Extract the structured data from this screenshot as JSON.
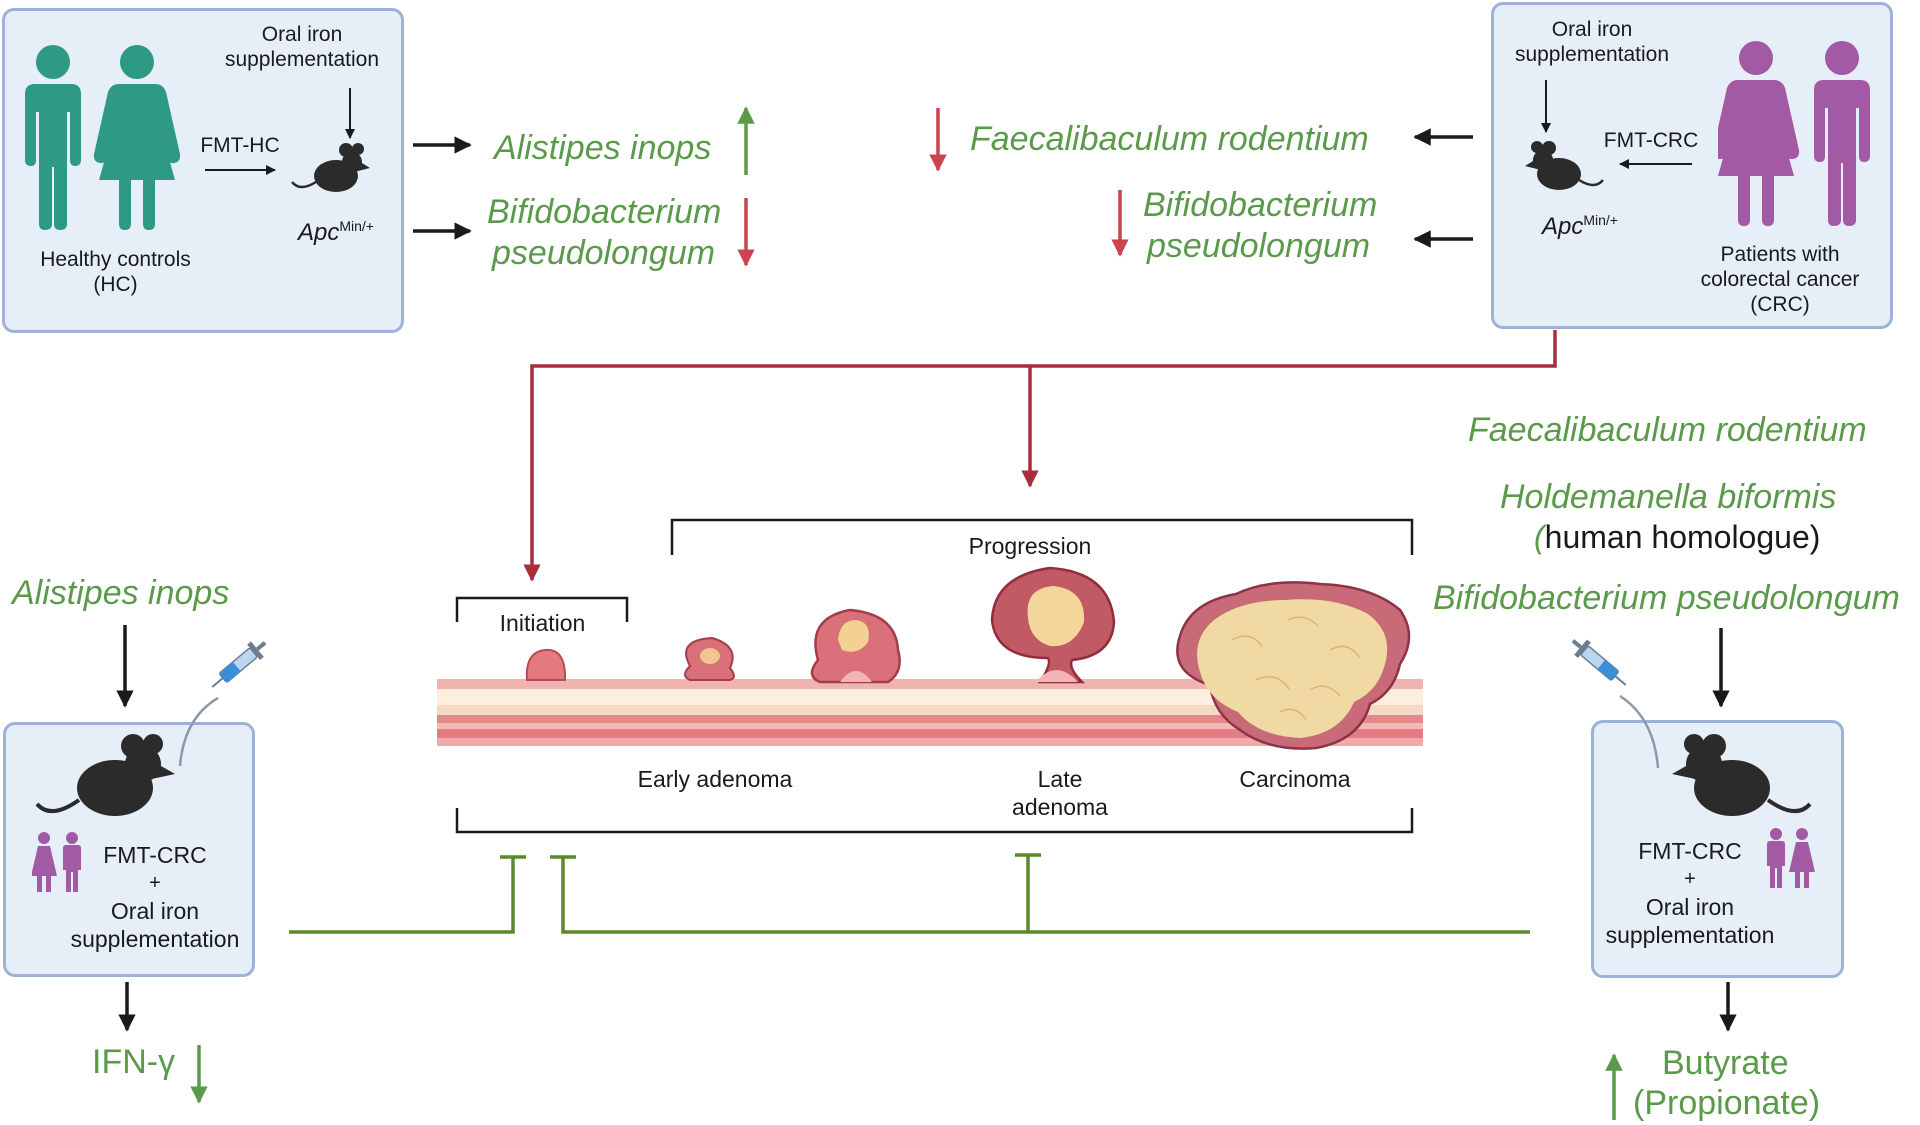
{
  "colors": {
    "green_text": "#5b9a4a",
    "teal_person": "#2f9a84",
    "purple_person": "#a35aa5",
    "box_fill": "#e6eef8",
    "box_border": "#9cb3d6",
    "red_line": "#a72d3a",
    "green_line": "#5a8a2a",
    "mouse": "#2b2b2b"
  },
  "top_left": {
    "oral_iron": "Oral iron supplementation",
    "fmt": "FMT-HC",
    "apc": "Apc",
    "apc_sup": "Min/+",
    "controls": "Healthy controls",
    "controls_abbr": "(HC)",
    "bacteria_1": "Alistipes inops",
    "bacteria_1_trend": "up",
    "bacteria_2_line1": "Bifidobacterium",
    "bacteria_2_line2": "pseudolongum",
    "bacteria_2_trend": "down"
  },
  "top_right": {
    "oral_iron": "Oral iron supplementation",
    "fmt": "FMT-CRC",
    "apc": "Apc",
    "apc_sup": "Min/+",
    "patients_line1": "Patients with",
    "patients_line2": "colorectal cancer",
    "patients_abbr": "(CRC)",
    "bacteria_1": "Faecalibaculum rodentium",
    "bacteria_1_trend": "down",
    "bacteria_2_line1": "Bifidobacterium",
    "bacteria_2_line2": "pseudolongum",
    "bacteria_2_trend": "down"
  },
  "center": {
    "progression": "Progression",
    "initiation": "Initiation",
    "early_adenoma": "Early adenoma",
    "late_adenoma_1": "Late",
    "late_adenoma_2": "adenoma",
    "carcinoma": "Carcinoma"
  },
  "bottom_left": {
    "bacteria": "Alistipes inops",
    "fmt": "FMT-CRC",
    "plus": "+",
    "oral_iron_1": "Oral iron",
    "oral_iron_2": "supplementation",
    "outcome": "IFN-γ",
    "outcome_trend": "down"
  },
  "bottom_right": {
    "bacteria_1": "Faecalibaculum rodentium",
    "bacteria_2": "Holdemanella biformis",
    "bacteria_2_note_open": "(",
    "bacteria_2_note": "human homologue)",
    "bacteria_3": "Bifidobacterium pseudolongum",
    "fmt": "FMT-CRC",
    "plus": "+",
    "oral_iron_1": "Oral iron",
    "oral_iron_2": "supplementation",
    "outcome_1": "Butyrate",
    "outcome_2": "(Propionate)",
    "outcome_trend": "up"
  }
}
